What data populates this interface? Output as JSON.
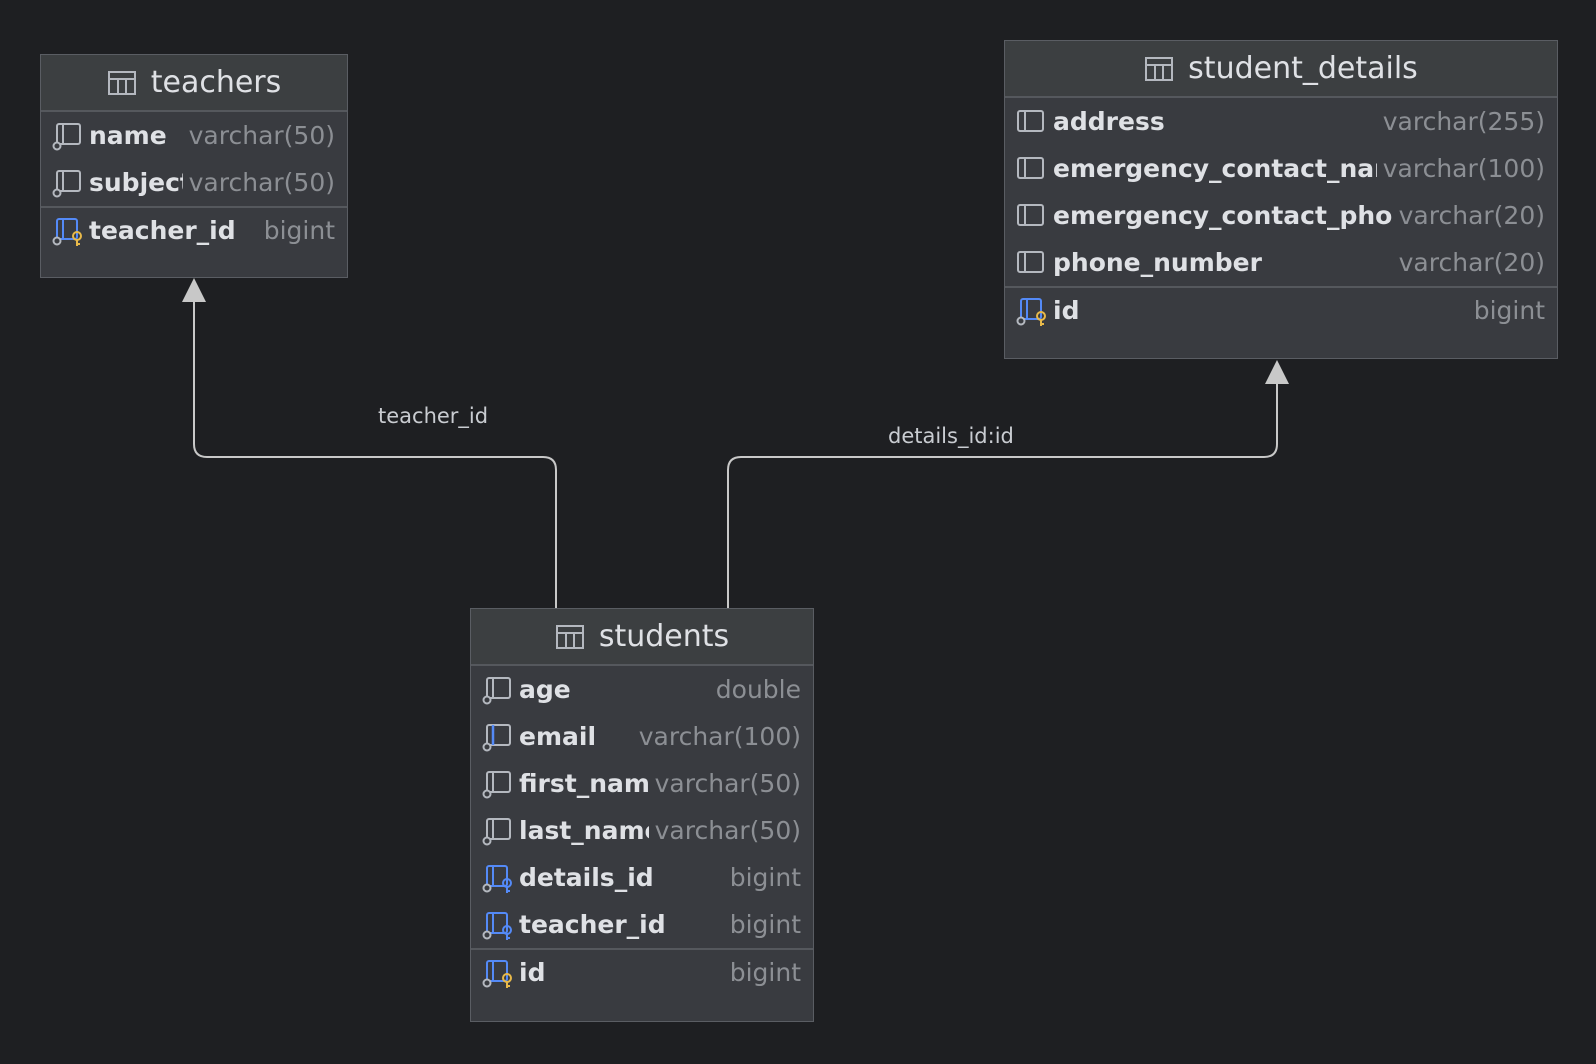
{
  "tables": {
    "teachers": {
      "title": "teachers",
      "columns": [
        {
          "name": "name",
          "type": "varchar(50)"
        },
        {
          "name": "subject",
          "type": "varchar(50)"
        }
      ],
      "keys": [
        {
          "name": "teacher_id",
          "type": "bigint"
        }
      ]
    },
    "student_details": {
      "title": "student_details",
      "columns": [
        {
          "name": "address",
          "type": "varchar(255)"
        },
        {
          "name": "emergency_contact_nam",
          "type": "varchar(100)"
        },
        {
          "name": "emergency_contact_phon",
          "type": "varchar(20)"
        },
        {
          "name": "phone_number",
          "type": "varchar(20)"
        }
      ],
      "keys": [
        {
          "name": "id",
          "type": "bigint"
        }
      ]
    },
    "students": {
      "title": "students",
      "columns": [
        {
          "name": "age",
          "type": "double"
        },
        {
          "name": "email",
          "type": "varchar(100)"
        },
        {
          "name": "first_name",
          "type": "varchar(50)"
        },
        {
          "name": "last_name",
          "type": "varchar(50)"
        },
        {
          "name": "details_id",
          "type": "bigint"
        },
        {
          "name": "teacher_id",
          "type": "bigint"
        }
      ],
      "keys": [
        {
          "name": "id",
          "type": "bigint"
        }
      ]
    }
  },
  "relations": [
    {
      "label": "teacher_id",
      "from": "students",
      "to": "teachers"
    },
    {
      "label": "details_id:id",
      "from": "students",
      "to": "student_details"
    }
  ],
  "colors": {
    "background": "#1e1f22",
    "table_body": "#393b40",
    "header": "#3c3f41",
    "fk_icon": "#548af7",
    "pk_key": "#e8b94a",
    "edge": "#c8c8c8"
  }
}
